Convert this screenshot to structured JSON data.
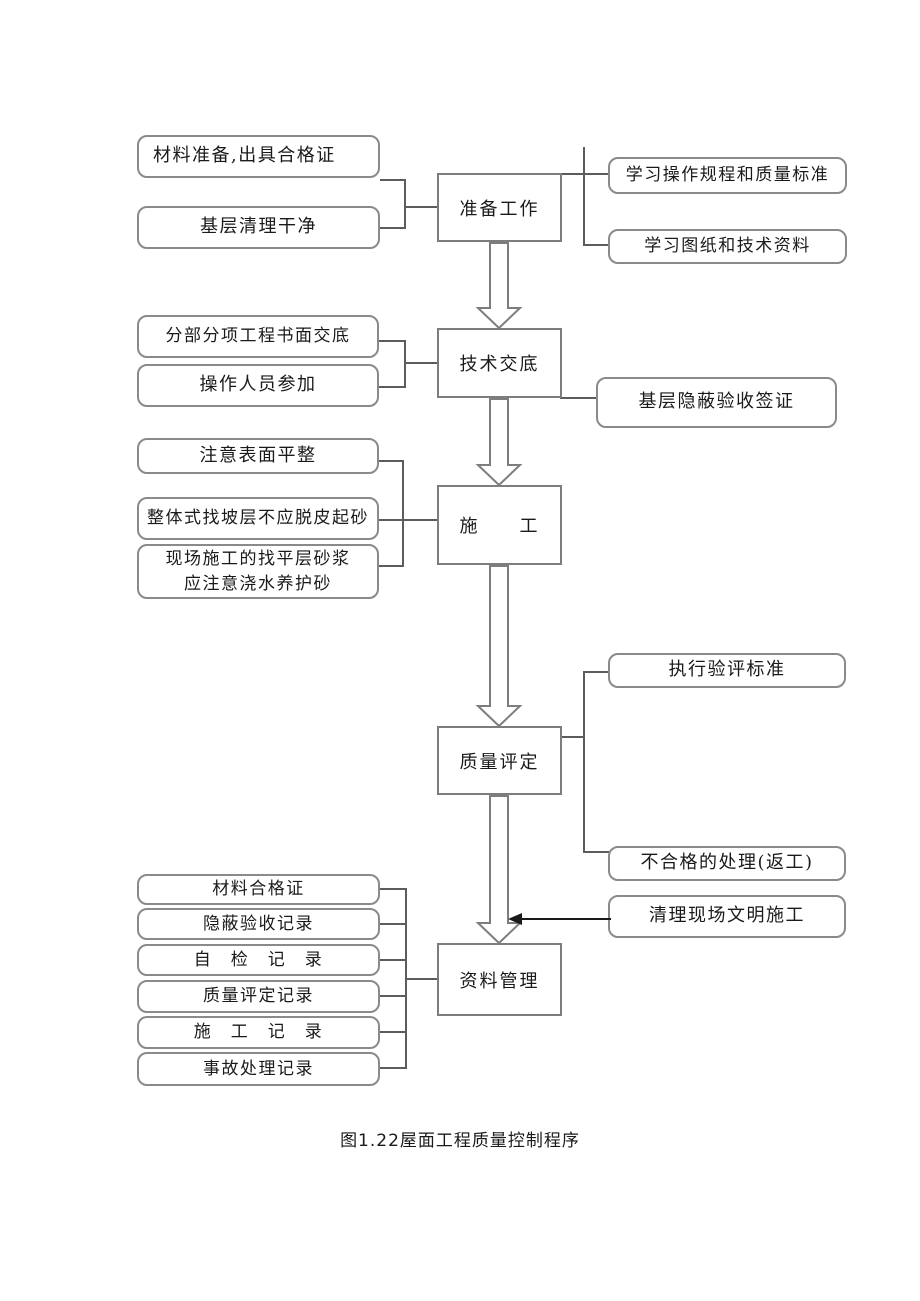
{
  "figure": {
    "caption": "图1.22屋面工程质量控制程序"
  },
  "flow": {
    "prep": "准备工作",
    "tech_disclosure": "技术交底",
    "construction": "施　　工",
    "quality_eval": "质量评定",
    "data_mgmt": "资料管理"
  },
  "notes": {
    "material_prep": "材料准备,出具合格证",
    "base_clean": "基层清理干净",
    "study_rules": "学习操作规程和质量标准",
    "study_drawings": "学习图纸和技术资料",
    "written_disclosure": "分部分项工程书面交底",
    "operators_join": "操作人员参加",
    "hidden_acceptance": "基层隐蔽验收签证",
    "surface_flat": "注意表面平整",
    "monolithic_slope": "整体式找坡层不应脱皮起砂",
    "leveling_cure": "现场施工的找平层砂浆应注意浇水养护砂",
    "eval_standard": "执行验评标准",
    "rework": "不合格的处理(返工)",
    "clean_site": "清理现场文明施工",
    "material_cert": "材料合格证",
    "hidden_record": "隐蔽验收记录",
    "self_check_record": "自　检　记　录",
    "quality_eval_record": "质量评定记录",
    "construction_record": "施　工　记　录",
    "accident_record": "事故处理记录"
  },
  "colors": {
    "note_border": "#8a8a8a",
    "flow_border": "#7d7d7d",
    "connector": "#5c5c5c",
    "arrow_fill": "#ffffff",
    "thin_arrow": "#1a1a1a",
    "text": "#1a1a1a",
    "background": "#ffffff"
  }
}
